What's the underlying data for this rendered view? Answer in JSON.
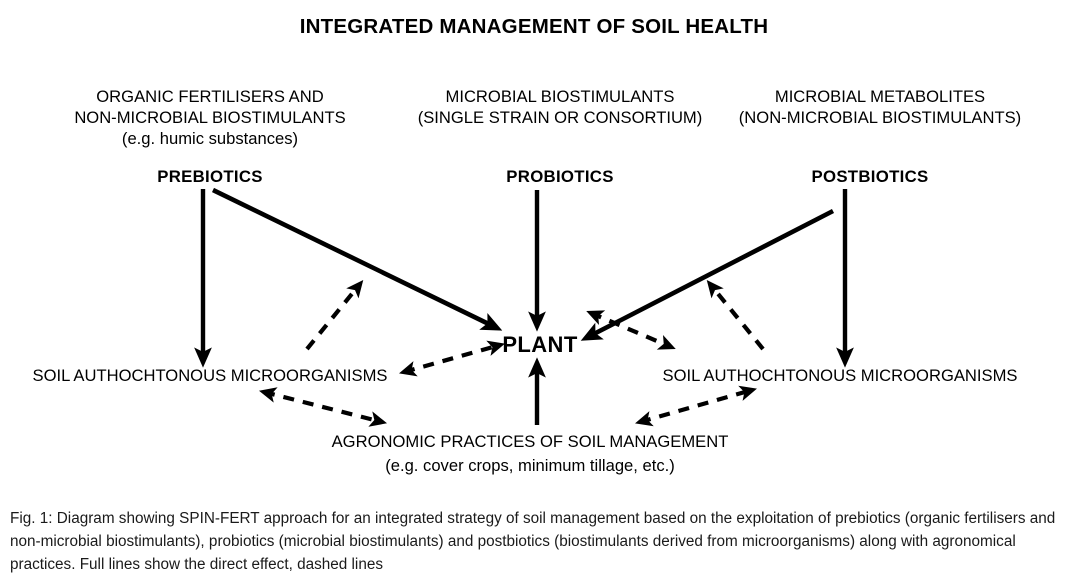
{
  "page": {
    "title": "INTEGRATED MANAGEMENT OF SOIL HEALTH",
    "background_color": "#ffffff",
    "ink_color": "#000000"
  },
  "columns": [
    {
      "id": "left",
      "head_line_1": "ORGANIC FERTILISERS AND",
      "head_line_2": "NON-MICROBIAL BIOSTIMULANTS",
      "head_line_3": "(e.g. humic substances)",
      "bold_label": "PREBIOTICS"
    },
    {
      "id": "center",
      "head_line_1": "MICROBIAL BIOSTIMULANTS",
      "head_line_2": "(SINGLE STRAIN OR CONSORTIUM)",
      "head_line_3": "",
      "bold_label": "PROBIOTICS"
    },
    {
      "id": "right",
      "head_line_1": "MICROBIAL METABOLITES",
      "head_line_2": "(NON-MICROBIAL BIOSTIMULANTS)",
      "head_line_3": "",
      "bold_label": "POSTBIOTICS"
    }
  ],
  "nodes": {
    "plant": "PLANT",
    "soil_microorganisms_left": "SOIL AUTHOCHTONOUS MICROORGANISMS",
    "soil_microorganisms_right": "SOIL AUTHOCHTONOUS MICROORGANISMS",
    "agronomic_line_1": "AGRONOMIC PRACTICES OF SOIL MANAGEMENT",
    "agronomic_line_2": "(e.g. cover crops, minimum tillage, etc.)"
  },
  "legend_meaning": {
    "solid_lines": "Full lines show the direct effect",
    "dashed_lines": "dashed lines"
  },
  "caption": "Fig. 1: Diagram showing SPIN-FERT approach for an integrated strategy of soil management based on the exploitation of prebiotics (organic fertilisers and non-microbial biostimulants), probiotics (microbial biostimulants) and postbiotics (biostimulants derived from microorganisms) along with agronomical practices. Full lines show the direct effect, dashed lines"
}
